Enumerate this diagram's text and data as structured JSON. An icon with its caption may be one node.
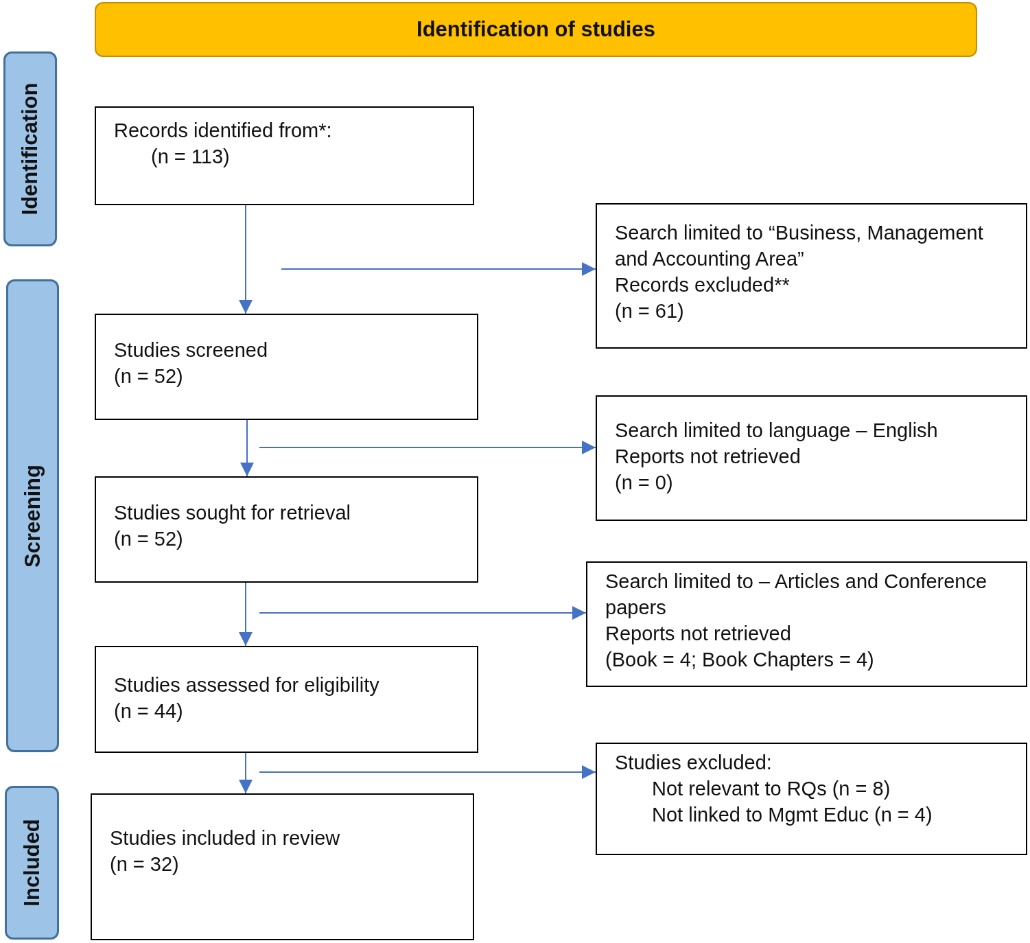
{
  "diagram": {
    "nodes": [
      {
        "text": [
          "Identification of studies"
        ]
      },
      {
        "text": [
          "Identification"
        ]
      },
      {
        "text": [
          "Screening"
        ]
      },
      {
        "text": [
          "Included"
        ]
      },
      {
        "text": [
          "Records identified from*:",
          "(n = 113)"
        ]
      },
      {
        "text": [
          "Search limited to “Business, Management and Accounting Area”",
          "Records excluded**",
          "(n = 61)"
        ]
      },
      {
        "text": [
          "Studies screened",
          "(n = 52)"
        ]
      },
      {
        "text": [
          "Search limited to language – English",
          "Reports not retrieved",
          "(n = 0)"
        ]
      },
      {
        "text": [
          "Studies sought for retrieval",
          "(n = 52)"
        ]
      },
      {
        "text": [
          "Search limited to – Articles and Conference papers",
          "Reports not retrieved",
          "(Book = 4; Book Chapters = 4)"
        ]
      },
      {
        "text": [
          "Studies assessed for eligibility",
          "(n = 44)"
        ]
      },
      {
        "text": [
          "Studies excluded:",
          "Not relevant to RQs (n = 8)",
          "Not linked to Mgmt Educ (n = 4)"
        ]
      },
      {
        "text": [
          "Studies included in review",
          "(n = 32)"
        ]
      }
    ],
    "edges": [
      {
        "from": 4,
        "to": 6,
        "arrow": "to"
      },
      {
        "from": null,
        "to": 5,
        "arrow": "to"
      },
      {
        "from": 6,
        "to": 8,
        "arrow": "to"
      },
      {
        "from": null,
        "to": 7,
        "arrow": "to"
      },
      {
        "from": 8,
        "to": 10,
        "arrow": "to"
      },
      {
        "from": null,
        "to": 9,
        "arrow": "to"
      },
      {
        "from": 10,
        "to": 12,
        "arrow": "to"
      },
      {
        "from": null,
        "to": 11,
        "arrow": "to"
      }
    ]
  }
}
